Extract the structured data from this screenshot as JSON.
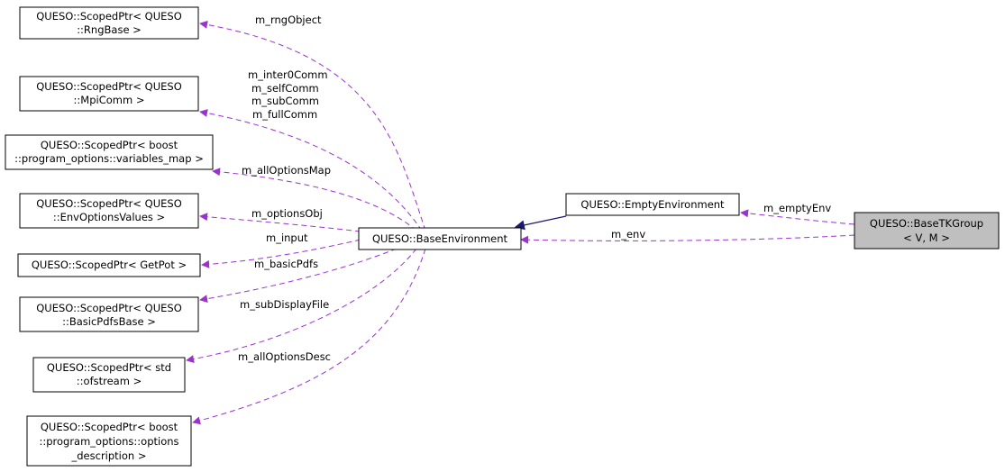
{
  "colors": {
    "member_edge": "#9a32cd",
    "inherit_edge": "#191970",
    "focus_fill": "#bfbfbf",
    "node_fill": "#ffffff",
    "node_border": "#000000"
  },
  "nodes": {
    "rng": {
      "lines": [
        "QUESO::ScopedPtr< QUESO",
        "::RngBase >"
      ]
    },
    "mpi": {
      "lines": [
        "QUESO::ScopedPtr< QUESO",
        "::MpiComm >"
      ]
    },
    "varmap": {
      "lines": [
        "QUESO::ScopedPtr< boost",
        "::program_options::variables_map >"
      ]
    },
    "envopts": {
      "lines": [
        "QUESO::ScopedPtr< QUESO",
        "::EnvOptionsValues >"
      ]
    },
    "getpot": {
      "lines": [
        "QUESO::ScopedPtr< GetPot >"
      ]
    },
    "basicpdfs": {
      "lines": [
        "QUESO::ScopedPtr< QUESO",
        "::BasicPdfsBase >"
      ]
    },
    "ofstream": {
      "lines": [
        "QUESO::ScopedPtr< std",
        "::ofstream >"
      ]
    },
    "optdesc": {
      "lines": [
        "QUESO::ScopedPtr< boost",
        "::program_options::options",
        "_description >"
      ]
    },
    "baseenv": {
      "lines": [
        "QUESO::BaseEnvironment"
      ]
    },
    "emptyenv": {
      "lines": [
        "QUESO::EmptyEnvironment"
      ]
    },
    "basetk": {
      "lines": [
        "QUESO::BaseTKGroup",
        "< V, M >"
      ]
    }
  },
  "edges": {
    "rng": {
      "labels": [
        "m_rngObject"
      ]
    },
    "mpi": {
      "labels": [
        "m_inter0Comm",
        "m_selfComm",
        "m_subComm",
        "m_fullComm"
      ]
    },
    "varmap": {
      "labels": [
        "m_allOptionsMap"
      ]
    },
    "envopts": {
      "labels": [
        "m_optionsObj"
      ]
    },
    "getpot": {
      "labels": [
        "m_input"
      ]
    },
    "basicpdfs": {
      "labels": [
        "m_basicPdfs"
      ]
    },
    "ofstream": {
      "labels": [
        "m_subDisplayFile"
      ]
    },
    "optdesc": {
      "labels": [
        "m_allOptionsDesc"
      ]
    },
    "emptyenv": {
      "labels": [
        "m_emptyEnv"
      ]
    },
    "baseenv": {
      "labels": [
        "m_env"
      ]
    }
  }
}
